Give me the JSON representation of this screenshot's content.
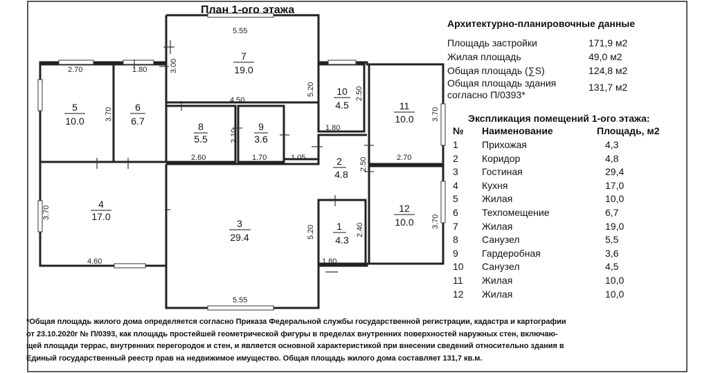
{
  "plan_title": "План 1-ого этажа",
  "summary": {
    "heading": "Архитектурно-планировочные данные",
    "rows": [
      {
        "label": "Площадь застройки",
        "value": "171,9 м2"
      },
      {
        "label": "Жилая площадь",
        "value": "49,0 м2"
      },
      {
        "label": "Общая площадь (∑S)",
        "value": "124,8 м2"
      }
    ],
    "building_area": {
      "label_line1": "Общая площадь здания",
      "label_line2": "согласно П/0393*",
      "value": "131,7 м2"
    }
  },
  "explication": {
    "title": "Экспликация помещений 1-ого этажа:",
    "headers": {
      "num": "№",
      "name": "Наименование",
      "area": "Площадь, м2"
    },
    "rows": [
      {
        "num": "1",
        "name": "Прихожая",
        "area": "4,3"
      },
      {
        "num": "2",
        "name": "Коридор",
        "area": "4,8"
      },
      {
        "num": "3",
        "name": "Гостиная",
        "area": "29,4"
      },
      {
        "num": "4",
        "name": "Кухня",
        "area": "17,0"
      },
      {
        "num": "5",
        "name": "Жилая",
        "area": "10,0"
      },
      {
        "num": "6",
        "name": "Техпомещение",
        "area": "6,7"
      },
      {
        "num": "7",
        "name": "Жилая",
        "area": "19,0"
      },
      {
        "num": "8",
        "name": "Санузел",
        "area": "5,5"
      },
      {
        "num": "9",
        "name": "Гардеробная",
        "area": "3,6"
      },
      {
        "num": "10",
        "name": "Санузел",
        "area": "4,5"
      },
      {
        "num": "11",
        "name": "Жилая",
        "area": "10,0"
      },
      {
        "num": "12",
        "name": "Жилая",
        "area": "10,0"
      }
    ]
  },
  "rooms": [
    {
      "num": "1",
      "area": "4.3"
    },
    {
      "num": "2",
      "area": "4.8"
    },
    {
      "num": "3",
      "area": "29.4"
    },
    {
      "num": "4",
      "area": "17.0"
    },
    {
      "num": "5",
      "area": "10.0"
    },
    {
      "num": "6",
      "area": "6.7"
    },
    {
      "num": "7",
      "area": "19.0"
    },
    {
      "num": "8",
      "area": "5.5"
    },
    {
      "num": "9",
      "area": "3.6"
    },
    {
      "num": "10",
      "area": "4.5"
    },
    {
      "num": "11",
      "area": "10.0"
    },
    {
      "num": "12",
      "area": "10.0"
    }
  ],
  "dimensions": [
    "5.55",
    "3.00",
    "2.70",
    "1.80",
    "5.20",
    "4.50",
    "3.70",
    "2.50",
    "1.80",
    "3.70",
    "2.10",
    "2.60",
    "1.70",
    "1.05",
    "2.70",
    "2.50",
    "3.70",
    "5.20",
    "2.40",
    "3.70",
    "4.60",
    "1.80",
    "5.55"
  ],
  "footnote": [
    "*Общая площадь жилого дома определяется согласно Приказа Федеральной службы государственной регистрации, кадастра и картографии",
    "от 23.10.2020г № П/0393, как площадь простейшей геометрической фигуры в пределах внутренних поверхностей наружных стен, включаю-",
    "щей площади террас, внутренних перегородок и стен, и является основной характеристикой при внесении сведений относительно здания в",
    "Единый государственный реестр прав на недвижимое имущество. Общая площадь жилого дома составляет 131,7 кв.м."
  ]
}
